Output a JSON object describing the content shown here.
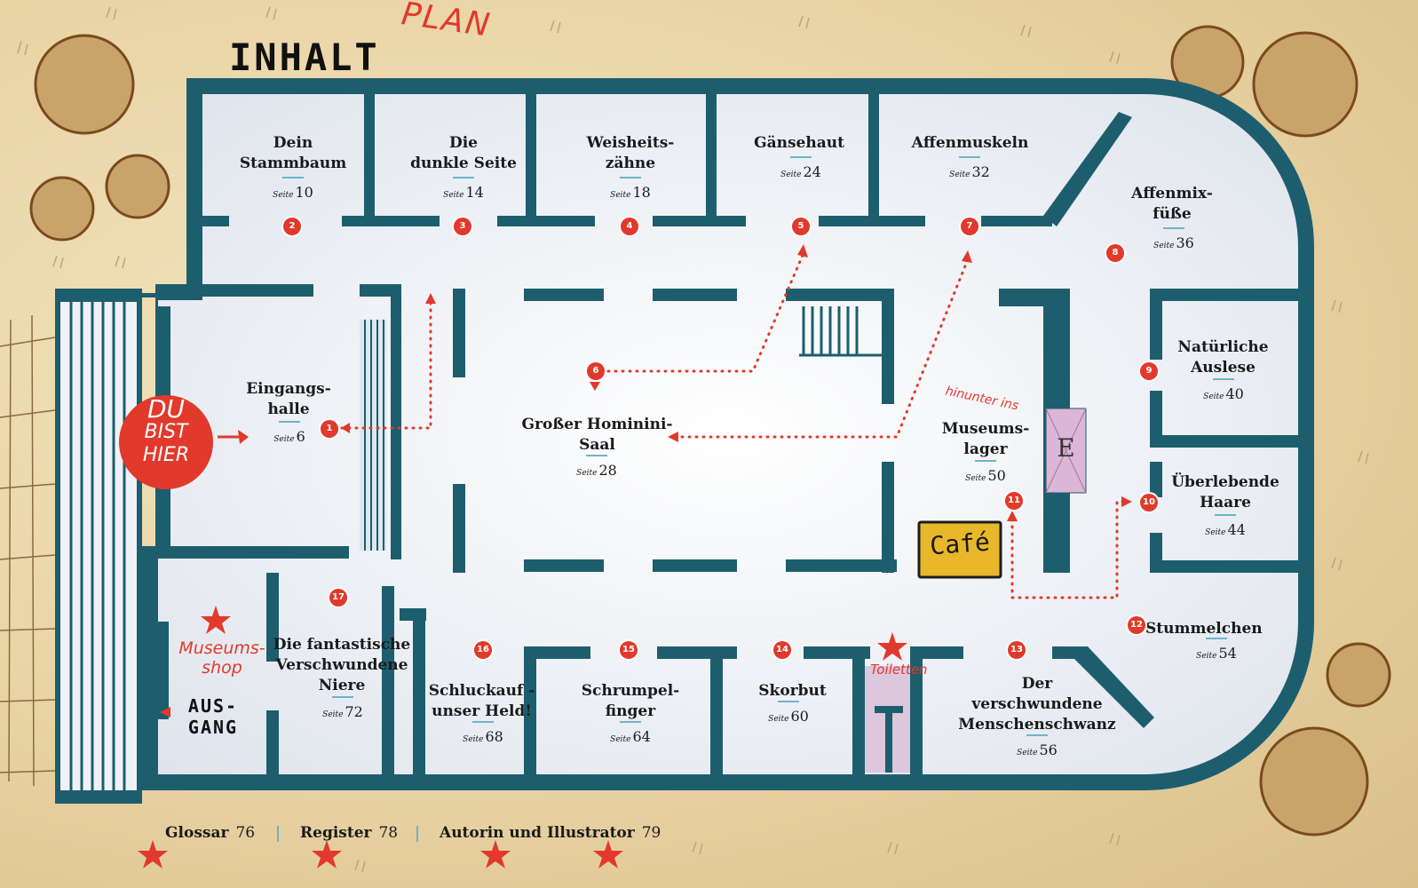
{
  "header": {
    "title": "INHALT",
    "scribble": "PLAN"
  },
  "page_label": "Seite",
  "you_are_here": {
    "line1": "DU",
    "line2": "BIST",
    "line3": "HIER"
  },
  "rooms": [
    {
      "num": "2",
      "title": "Dein\nStammbaum",
      "page": "10"
    },
    {
      "num": "3",
      "title": "Die\ndunkle Seite",
      "page": "14"
    },
    {
      "num": "4",
      "title": "Weisheits-\nzähne",
      "page": "18"
    },
    {
      "num": "5",
      "title": "Gänsehaut",
      "page": "24"
    },
    {
      "num": "7",
      "title": "Affenmuskeln",
      "page": "32"
    },
    {
      "num": "8",
      "title": "Affenmix-\nfüße",
      "page": "36"
    },
    {
      "num": "9",
      "title": "Natürliche\nAuslese",
      "page": "40"
    },
    {
      "num": "10",
      "title": "Überlebende\nHaare",
      "page": "44"
    },
    {
      "num": "1",
      "title": "Eingangs-\nhalle",
      "page": "6"
    },
    {
      "num": "6",
      "title": "Großer Hominini-\nSaal",
      "page": "28"
    },
    {
      "num": "11",
      "title": "Museums-\nlager",
      "page": "50"
    },
    {
      "num": "12",
      "title": "Stummelchen",
      "page": "54"
    },
    {
      "num": "13",
      "title": "Der\nverschwundene\nMenschenschwanz",
      "page": "56"
    },
    {
      "num": "14",
      "title": "Skorbut",
      "page": "60"
    },
    {
      "num": "15",
      "title": "Schrumpel-\nfinger",
      "page": "64"
    },
    {
      "num": "16",
      "title": "Schluckauf -\nunser Held!",
      "page": "68"
    },
    {
      "num": "17",
      "title": "Die fantastische\nVerschwundene\nNiere",
      "page": "72"
    }
  ],
  "labels": {
    "hinunter": "hinunter ins",
    "museumsshop_1": "Museums-",
    "museumsshop_2": "shop",
    "ausgang_1": "AUS-",
    "ausgang_2": "GANG",
    "toiletten": "Toiletten",
    "cafe": "Café",
    "elevator": "E"
  },
  "footer": [
    {
      "label": "Glossar",
      "page": "76"
    },
    {
      "label": "Register",
      "page": "78"
    },
    {
      "label": "Autorin und Illustrator",
      "page": "79"
    }
  ],
  "colors": {
    "wall": "#1d5e6e",
    "floor": "#f3f5f8",
    "accent_red": "#e1392b",
    "parchment": "#e8d3a3",
    "cafe": "#e8b82a",
    "elevator": "#dcb6d6",
    "tree_line": "#7a4a1e",
    "tree_fill": "#c9a46a"
  }
}
